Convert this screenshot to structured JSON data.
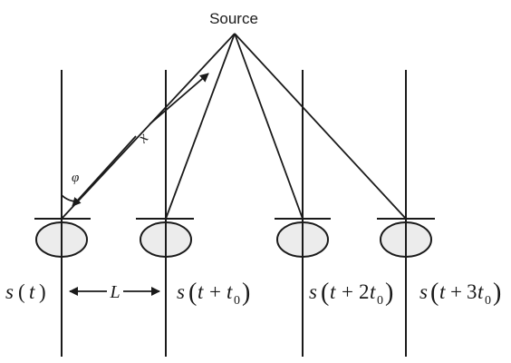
{
  "source_label": "Source",
  "distance_label": "x",
  "angle_label": "φ",
  "spacing_label": "L",
  "signals": [
    {
      "id": "s0",
      "parts": [
        "s",
        "(",
        "t",
        ")"
      ]
    },
    {
      "id": "s1",
      "parts": [
        "s",
        "(",
        "t",
        "+",
        "t",
        "0",
        ")"
      ]
    },
    {
      "id": "s2",
      "parts": [
        "s",
        "(",
        "t",
        "+",
        "2",
        "t",
        "0",
        ")"
      ]
    },
    {
      "id": "s3",
      "parts": [
        "s",
        "(",
        "t",
        "+",
        "3",
        "t",
        "0",
        ")"
      ]
    }
  ]
}
